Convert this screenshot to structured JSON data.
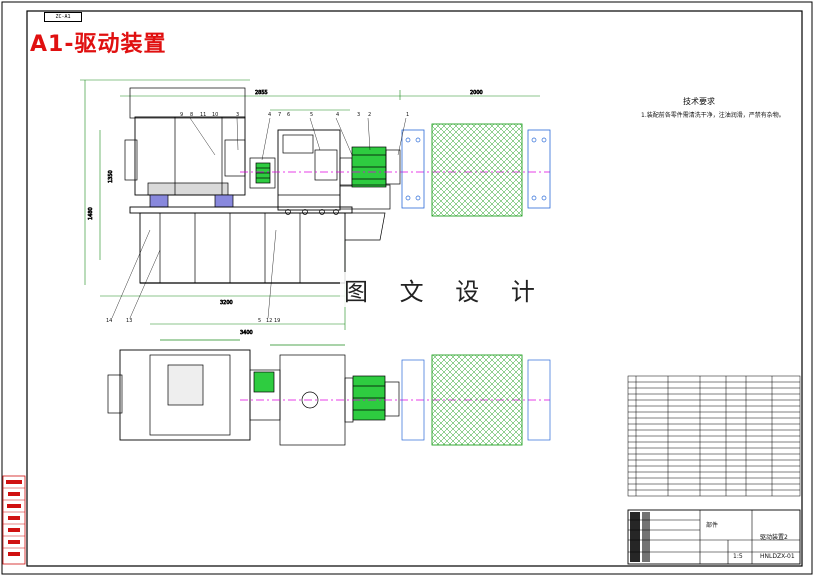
{
  "drawing": {
    "title": "A1-驱动装置",
    "code_box": "ZC-A1",
    "watermark": "图 文 设 计",
    "tech_requirements_title": "技术要求",
    "tech_requirements_text": "1.装配前各零件需清洗干净，注油润滑，严禁有杂物。"
  },
  "title_block": {
    "drawing_name": "驱动装置2",
    "drawing_number": "HNLDZX-01",
    "material_label": "部件",
    "scale": "1:5"
  },
  "part_labels_front": [
    "9",
    "8",
    "11",
    "10",
    "3",
    "4",
    "7",
    "6",
    "5",
    "4",
    "3",
    "2",
    "1"
  ],
  "part_labels_bottom": [
    "14",
    "13",
    "5",
    "12",
    "19"
  ],
  "colors": {
    "frame": "#000000",
    "title_red": "#e01010",
    "coupling_green": "#2ecc40",
    "hatch_green": "#20a020",
    "centerline_magenta": "#e000e0",
    "flange_blue": "#2a6ad8",
    "dimension_green": "#1a8a1a",
    "note_red": "#d01010"
  }
}
